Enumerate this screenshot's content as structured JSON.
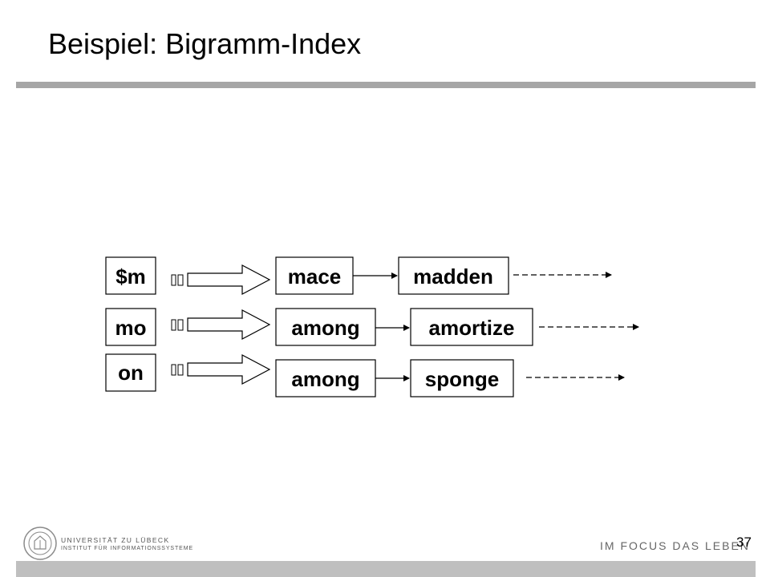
{
  "slide": {
    "title": "Beispiel: Bigramm-Index",
    "page_number": "37"
  },
  "diagram": {
    "rows": [
      {
        "key": "$m",
        "terms": [
          "mace",
          "madden"
        ]
      },
      {
        "key": "mo",
        "terms": [
          "among",
          "amortize"
        ]
      },
      {
        "key": "on",
        "terms": [
          "among",
          "sponge"
        ]
      }
    ]
  },
  "footer": {
    "university": "UNIVERSITÄT ZU LÜBECK",
    "institute": "INSTITUT FÜR INFORMATIONSSYSTEME",
    "slogan": "IM FOCUS DAS LEBEN"
  },
  "colors": {
    "rule": "#a6a6a6",
    "footer_bar": "#bfbfbf",
    "text": "#000000"
  },
  "icons": {
    "logo": "university-seal-icon"
  }
}
